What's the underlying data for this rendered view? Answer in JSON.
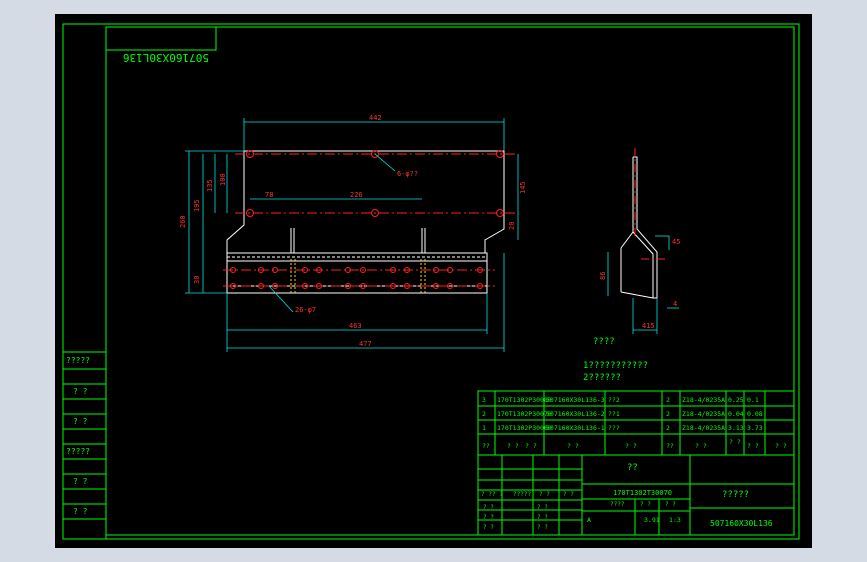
{
  "drawing_code_mirrored": "507160X30L136",
  "notes": {
    "heading": "????",
    "line1": "1???????????",
    "line2": "2??????"
  },
  "left_strip": [
    "?????",
    "? ?",
    "? ?",
    "?????",
    "? ?",
    "? ?"
  ],
  "dims": {
    "top_width": "442",
    "mid_spacing": "226",
    "left_offset": "78",
    "overall_height": "260",
    "h195": "195",
    "h135": "135",
    "h100": "100",
    "h30": "30",
    "right_145": "145",
    "right_20": "20",
    "bottom_463": "463",
    "bottom_477": "477",
    "hole_top": "6-φ??",
    "hole_bottom": "26-φ7",
    "side_45": "45",
    "side_86": "86",
    "side_4": "4",
    "side_15": "415"
  },
  "parts": [
    {
      "no": "3",
      "code": "170T1302P30080",
      "name": "507160X30L136-3",
      "note": "??2",
      "qty": "2",
      "material": "Z18-4/0235A",
      "unit": "0.25",
      "total": "0.1"
    },
    {
      "no": "2",
      "code": "170T1302P30070",
      "name": "507160X30L136-2",
      "note": "??1",
      "qty": "2",
      "material": "Z18-4/0235A",
      "unit": "0.04",
      "total": "0.08"
    },
    {
      "no": "1",
      "code": "170T1302P30060",
      "name": "507160X30L136-1",
      "note": "???",
      "qty": "2",
      "material": "Z18-4/0235A",
      "unit": "3.13",
      "total": "3.73"
    }
  ],
  "parts_header": [
    "??",
    "? ?",
    "? ?",
    "? ?",
    "? ?",
    "??",
    "? ?",
    "? ?",
    "? ?",
    "? ?"
  ],
  "title_block": {
    "title": "??",
    "drawing_no": "170T1302T30070",
    "company": "?????",
    "model": "507160X30L136",
    "sheet_a": "A",
    "weight": "3.91",
    "scale": "1:3",
    "labels": [
      "? ?",
      "? ?",
      "?????",
      "? ?",
      "? ?",
      "? ?",
      "? ?",
      "? ?",
      "? ?",
      "? ?",
      "? ?",
      "????",
      "? ?",
      "? ?"
    ]
  }
}
